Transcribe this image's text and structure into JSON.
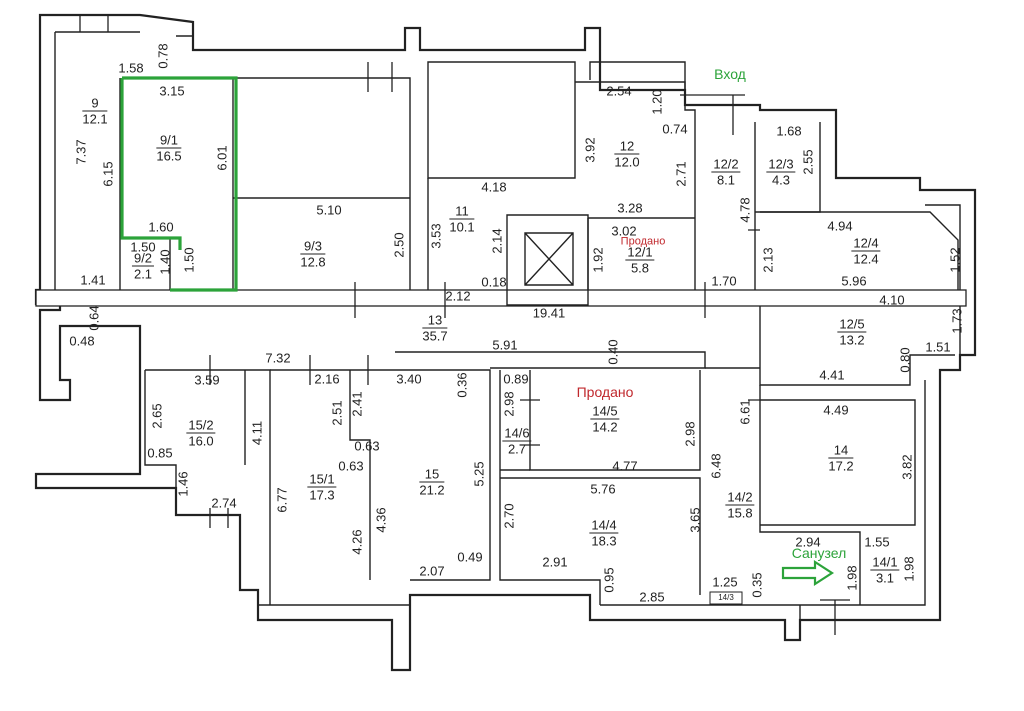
{
  "labels": {
    "entrance": "Вход",
    "bathroom": "Санузел",
    "sold_top": "Продано",
    "sold_main": "Продано"
  },
  "colors": {
    "wall": "#222222",
    "highlight": "#2ca33a",
    "sold": "#c0282d",
    "annotation": "#2ca33a"
  },
  "rooms": [
    {
      "num": "9",
      "area": "12.1"
    },
    {
      "num": "9/1",
      "area": "16.5"
    },
    {
      "num": "9/2",
      "area": "2.1"
    },
    {
      "num": "9/3",
      "area": "12.8"
    },
    {
      "num": "11",
      "area": "10.1"
    },
    {
      "num": "12",
      "area": "12.0"
    },
    {
      "num": "12/1",
      "area": "5.8"
    },
    {
      "num": "12/2",
      "area": "8.1"
    },
    {
      "num": "12/3",
      "area": "4.3"
    },
    {
      "num": "12/4",
      "area": "12.4"
    },
    {
      "num": "12/5",
      "area": "13.2"
    },
    {
      "num": "13",
      "area": "35.7"
    },
    {
      "num": "14",
      "area": "17.2"
    },
    {
      "num": "14/1",
      "area": "3.1"
    },
    {
      "num": "14/2",
      "area": "15.8"
    },
    {
      "num": "14/4",
      "area": "18.3"
    },
    {
      "num": "14/5",
      "area": "14.2"
    },
    {
      "num": "14/6",
      "area": "2.7"
    },
    {
      "num": "15",
      "area": "21.2"
    },
    {
      "num": "15/1",
      "area": "17.3"
    },
    {
      "num": "15/2",
      "area": "16.0"
    }
  ],
  "room_14_3": "14/3",
  "dims": {
    "d158": "1.58",
    "d078": "0.78",
    "d315": "3.15",
    "d737": "7.37",
    "d615": "6.15",
    "d601": "6.01",
    "d160": "1.60",
    "d150a": "1.50",
    "d140": "1.40",
    "d150b": "1.50",
    "d141": "1.41",
    "d510": "5.10",
    "d250": "2.50",
    "d418": "4.18",
    "d353": "3.53",
    "d214": "2.14",
    "d018": "0.18",
    "d212": "2.12",
    "d254": "2.54",
    "d120": "1.20",
    "d074": "0.74",
    "d392": "3.92",
    "d271": "2.71",
    "d328": "3.28",
    "d302": "3.02",
    "d192": "1.92",
    "d170": "1.70",
    "d168": "1.68",
    "d255": "2.55",
    "d478": "4.78",
    "d494": "4.94",
    "d213": "2.13",
    "d152": "1.52",
    "d596": "5.96",
    "d410": "4.10",
    "d173": "1.73",
    "d151": "1.51",
    "d080": "0.80",
    "d441": "4.41",
    "d1941": "19.41",
    "d064": "0.64",
    "d048": "0.48",
    "d732": "7.32",
    "d591": "5.91",
    "d040": "0.40",
    "d359": "3.59",
    "d265": "2.65",
    "d411": "4.11",
    "d085": "0.85",
    "d146": "1.46",
    "d274": "2.74",
    "d216": "2.16",
    "d340": "3.40",
    "d036": "0.36",
    "d251": "2.51",
    "d241": "2.41",
    "d063a": "0.63",
    "d063b": "0.63",
    "d677": "6.77",
    "d426": "4.26",
    "d436": "4.36",
    "d525": "5.25",
    "d049": "0.49",
    "d207": "2.07",
    "d089": "0.89",
    "d298a": "2.98",
    "d298b": "2.98",
    "d477": "4.77",
    "d576": "5.76",
    "d270": "2.70",
    "d365": "3.65",
    "d291": "2.91",
    "d095": "0.95",
    "d285": "2.85",
    "d648": "6.48",
    "d661": "6.61",
    "d449": "4.49",
    "d382": "3.82",
    "d294": "2.94",
    "d155": "1.55",
    "d198a": "1.98",
    "d198b": "1.98",
    "d125": "1.25",
    "d035": "0.35"
  }
}
